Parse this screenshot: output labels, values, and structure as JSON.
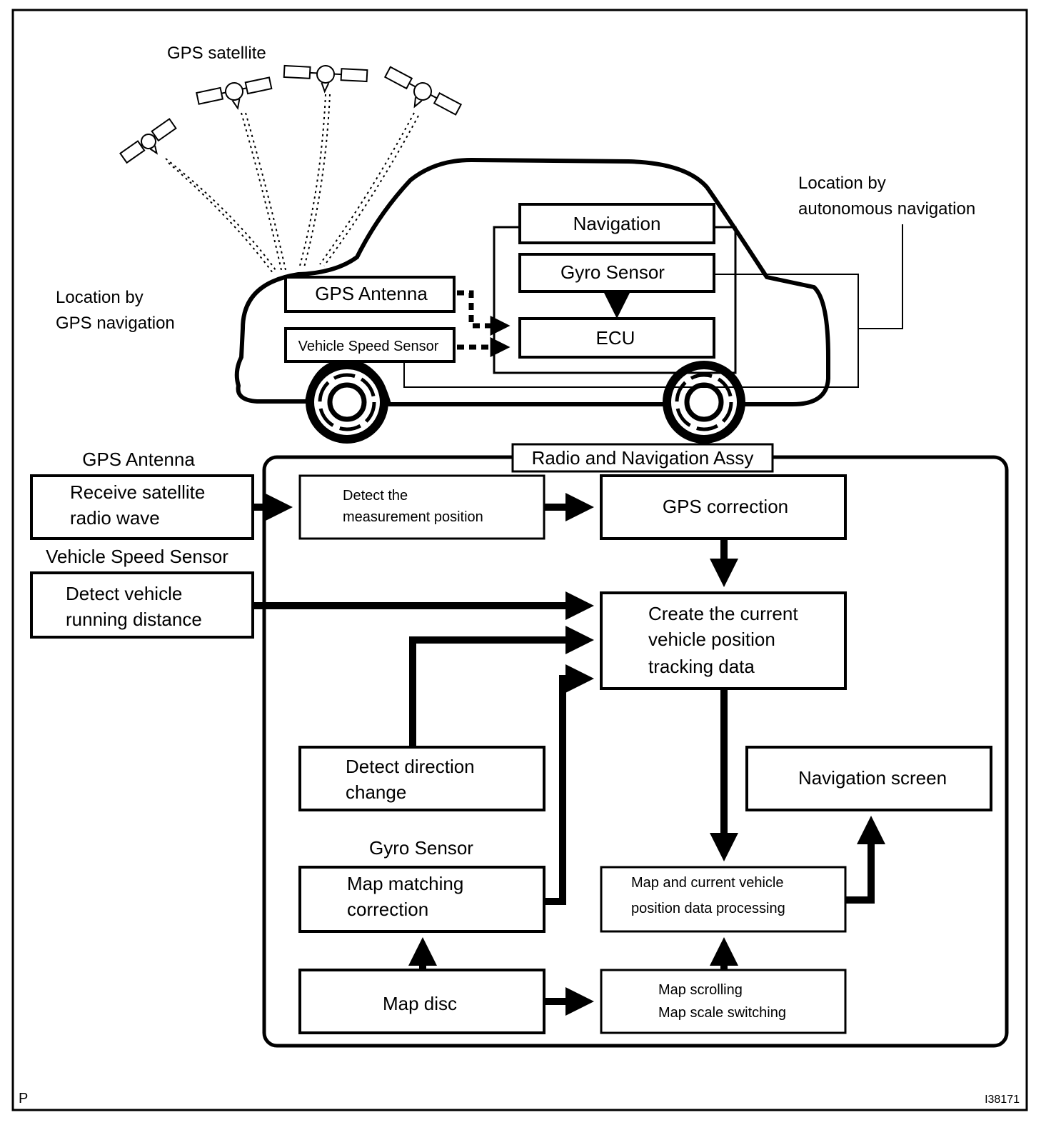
{
  "top": {
    "gps_satellite": "GPS satellite",
    "location_gps": [
      "Location by",
      "GPS navigation"
    ],
    "location_auto": [
      "Location by",
      "autonomous navigation"
    ],
    "car": {
      "gps_antenna": "GPS Antenna",
      "vehicle_speed_sensor": "Vehicle Speed Sensor",
      "navigation": "Navigation",
      "gyro_sensor": "Gyro Sensor",
      "ecu": "ECU"
    }
  },
  "flow": {
    "assy_title": "Radio and Navigation Assy",
    "gps_antenna_label": "GPS Antenna",
    "receive": [
      "Receive satellite",
      "radio wave"
    ],
    "vss_label": "Vehicle Speed Sensor",
    "detect_distance": [
      "Detect vehicle",
      "running distance"
    ],
    "detect_measure": [
      "Detect the",
      "measurement position"
    ],
    "gps_correction": "GPS correction",
    "create_tracking": [
      "Create the current",
      "vehicle position",
      "tracking data"
    ],
    "detect_direction": [
      "Detect direction",
      "change"
    ],
    "gyro_label": "Gyro Sensor",
    "map_matching": [
      "Map matching",
      "correction"
    ],
    "map_disc": "Map disc",
    "navigation_screen": "Navigation screen",
    "map_processing": [
      "Map and current vehicle",
      "position data processing"
    ],
    "map_scrolling": [
      "Map scrolling",
      "Map scale switching"
    ]
  },
  "footer": {
    "left": "P",
    "right": "I38171"
  }
}
